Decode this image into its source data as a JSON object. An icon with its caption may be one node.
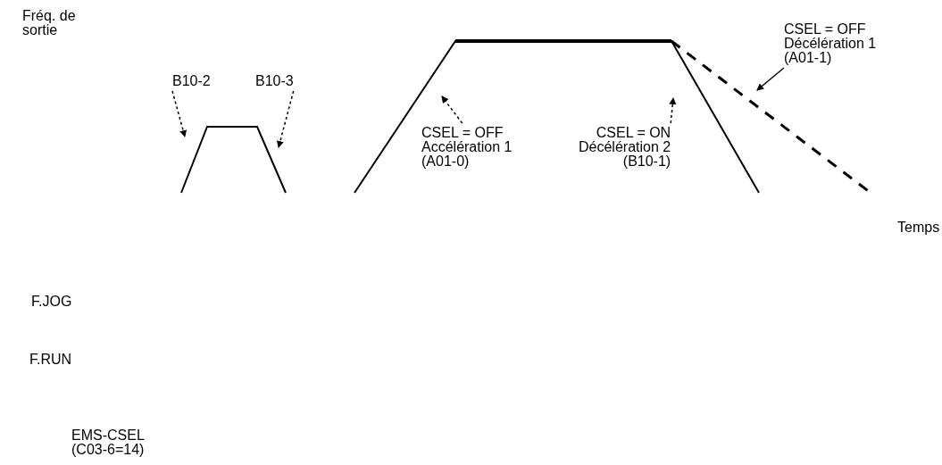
{
  "diagram": {
    "nodes": [
      {
        "text": [
          "B10-2"
        ]
      },
      {
        "text": [
          "B10-3"
        ]
      },
      {
        "text": [
          "CSEL = OFF",
          "Accélération 1",
          "(A01-0)"
        ]
      },
      {
        "text": [
          "CSEL = ON",
          "Décélération 2",
          "(B10-1)"
        ]
      },
      {
        "text": [
          "CSEL = OFF",
          "Décélération 1",
          "(A01-1)"
        ]
      }
    ],
    "edges": [
      {
        "from": 0,
        "to": null,
        "arrow": "to",
        "style": "dashed"
      },
      {
        "from": 1,
        "to": null,
        "arrow": "to",
        "style": "dashed"
      },
      {
        "from": 2,
        "to": null,
        "arrow": "to",
        "style": "dashed"
      },
      {
        "from": 3,
        "to": null,
        "arrow": "to",
        "style": "dashed"
      },
      {
        "from": 4,
        "to": null,
        "arrow": "to"
      }
    ],
    "labels": [
      "Fréq. de sortie",
      "Temps",
      "F.JOG",
      "F.RUN",
      "EMS-CSEL (C03-6=14)"
    ]
  }
}
